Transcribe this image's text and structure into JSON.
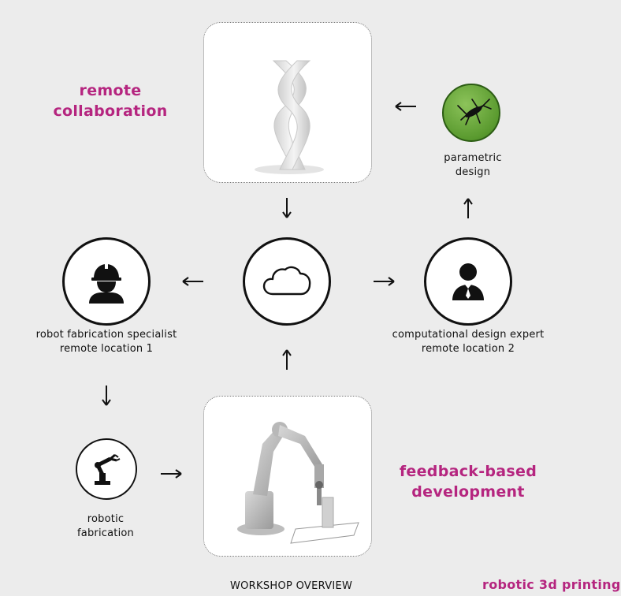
{
  "highlights": {
    "remote_collab_line1": "remote",
    "remote_collab_line2": "collaboration",
    "feedback_line1": "feedback-based",
    "feedback_line2": "development",
    "robotic_printing": "robotic 3d printing"
  },
  "nodes": {
    "parametric": {
      "line1": "parametric",
      "line2": "design"
    },
    "specialist": {
      "line1": "robot fabrication specialist",
      "line2": "remote location 1"
    },
    "expert": {
      "line1": "computational design expert",
      "line2": "remote location 2"
    },
    "robotic_fab": {
      "line1": "robotic",
      "line2": "fabrication"
    }
  },
  "footer": {
    "title": "WORKSHOP OVERVIEW"
  },
  "icons": {
    "cloud": "cloud-icon",
    "worker": "construction-worker-icon",
    "expert": "businessman-icon",
    "robot_arm": "robot-arm-icon",
    "grasshopper": "grasshopper-icon",
    "twisted_column": "twisted-column-render",
    "robot_render": "industrial-robot-render"
  },
  "colors": {
    "accent": "#b5257f",
    "background": "#ececec",
    "grasshopper": "#6aa33c"
  }
}
